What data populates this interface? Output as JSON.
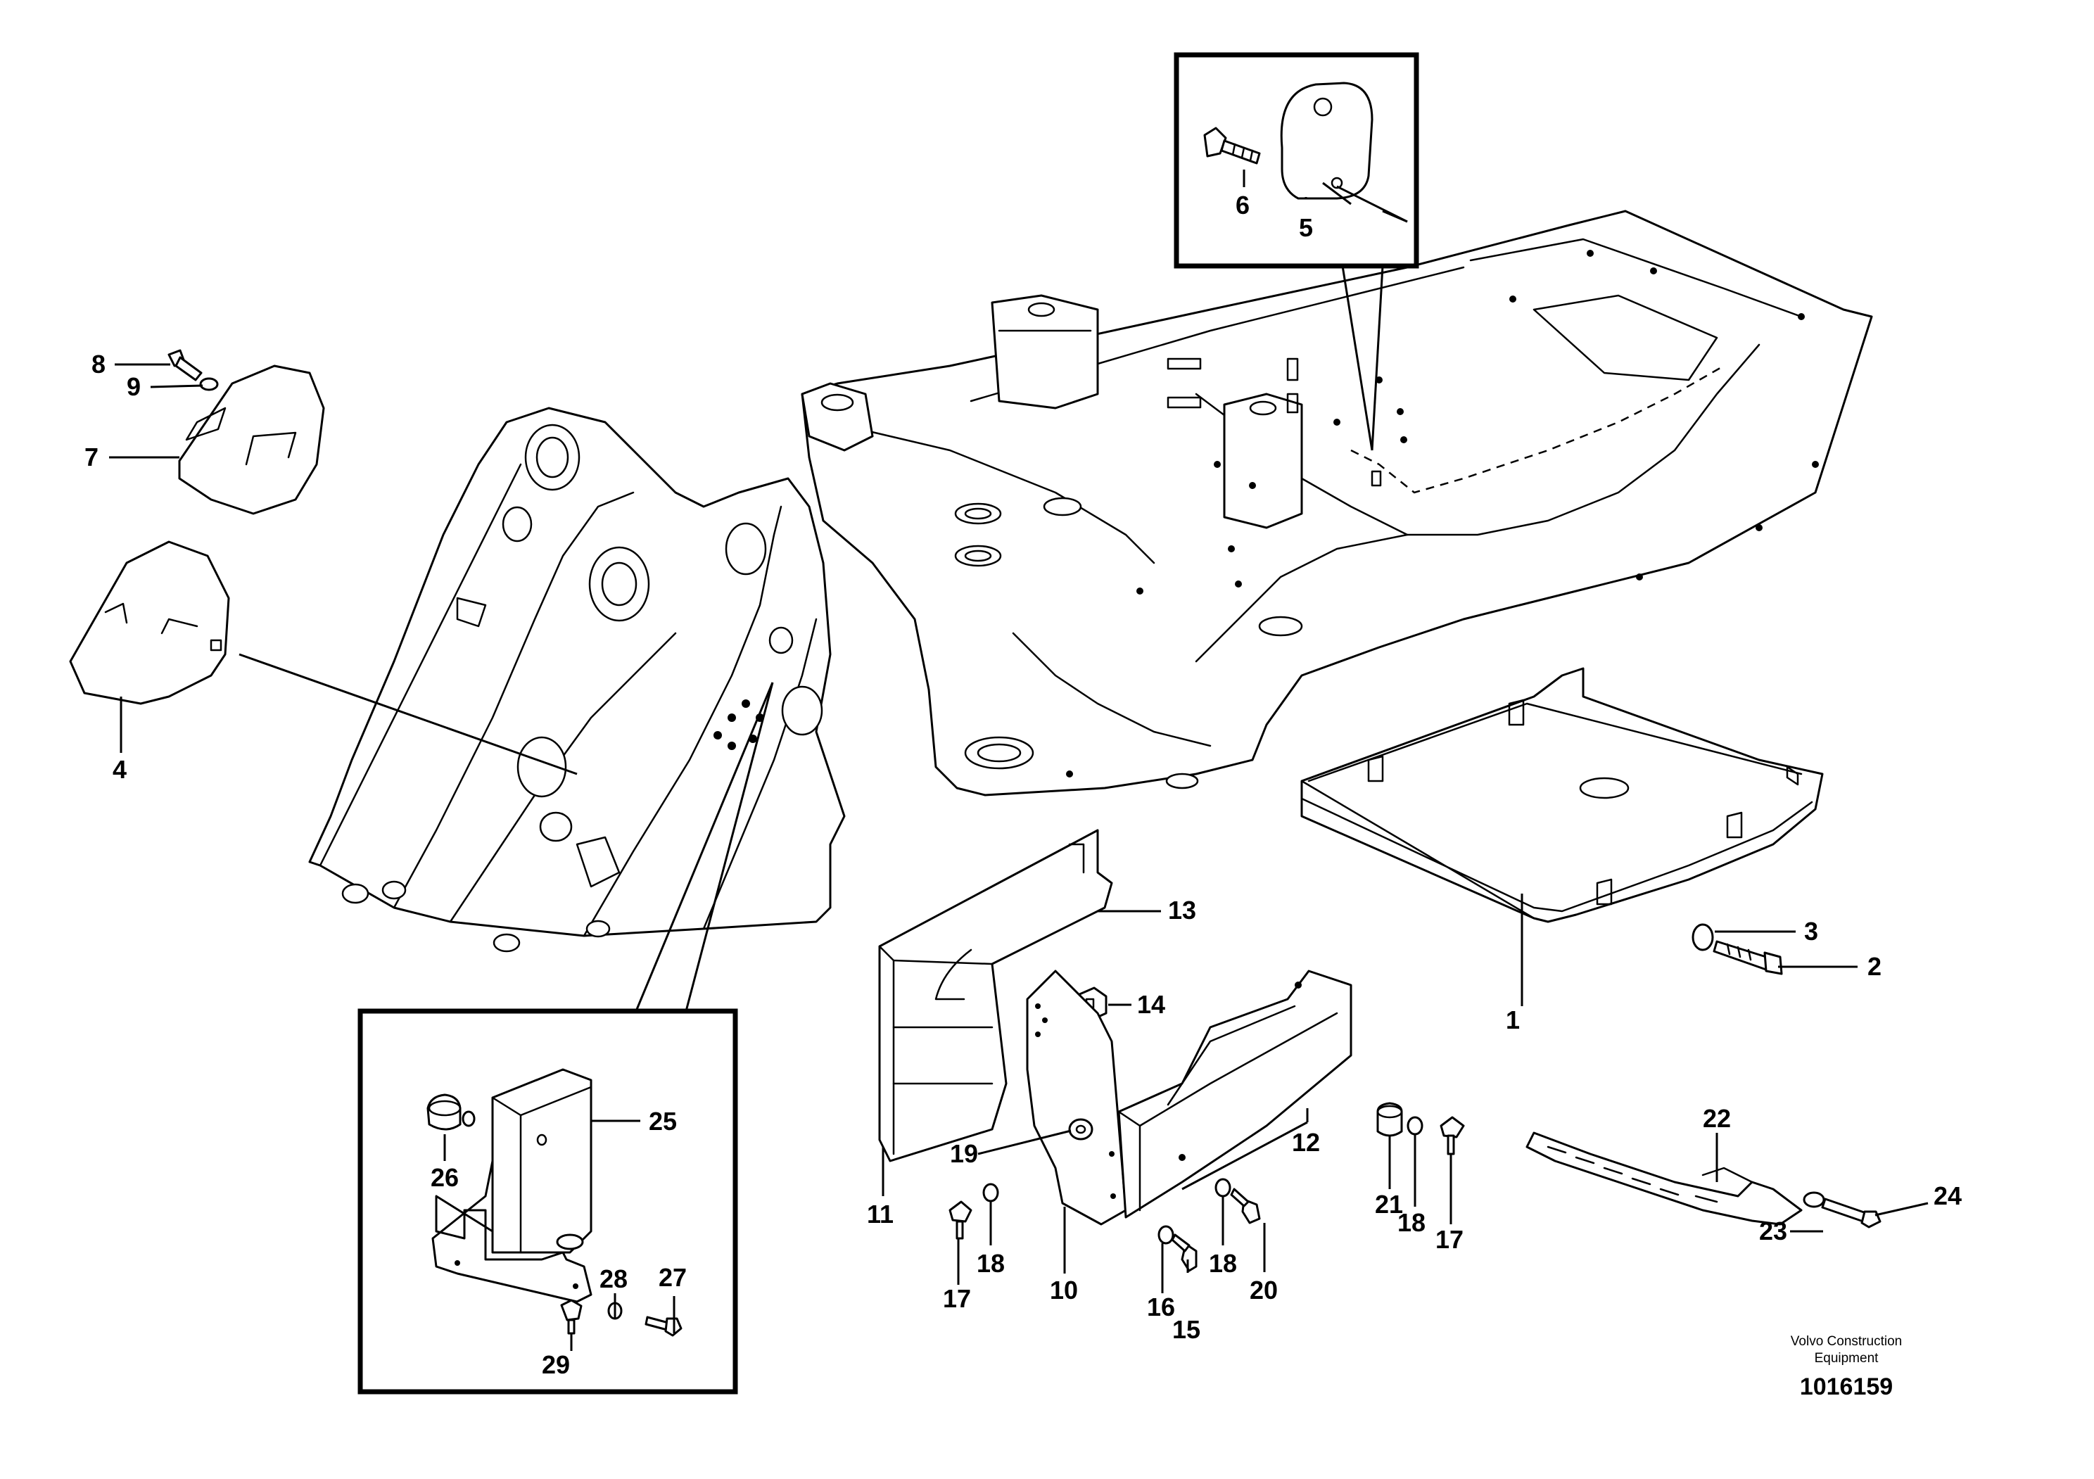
{
  "callouts": {
    "c1": "1",
    "c2": "2",
    "c3": "3",
    "c4": "4",
    "c5": "5",
    "c6": "6",
    "c7": "7",
    "c8": "8",
    "c9": "9",
    "c10": "10",
    "c11": "11",
    "c12": "12",
    "c13": "13",
    "c14": "14",
    "c15": "15",
    "c16": "16",
    "c17a": "17",
    "c17b": "17",
    "c18a": "18",
    "c18b": "18",
    "c18c": "18",
    "c19": "19",
    "c20": "20",
    "c21": "21",
    "c22": "22",
    "c23": "23",
    "c24": "24",
    "c25": "25",
    "c26": "26",
    "c27": "27",
    "c28": "28",
    "c29": "29"
  },
  "footer": {
    "company_line1": "Volvo Construction",
    "company_line2": "Equipment",
    "reference_number": "1016159"
  }
}
